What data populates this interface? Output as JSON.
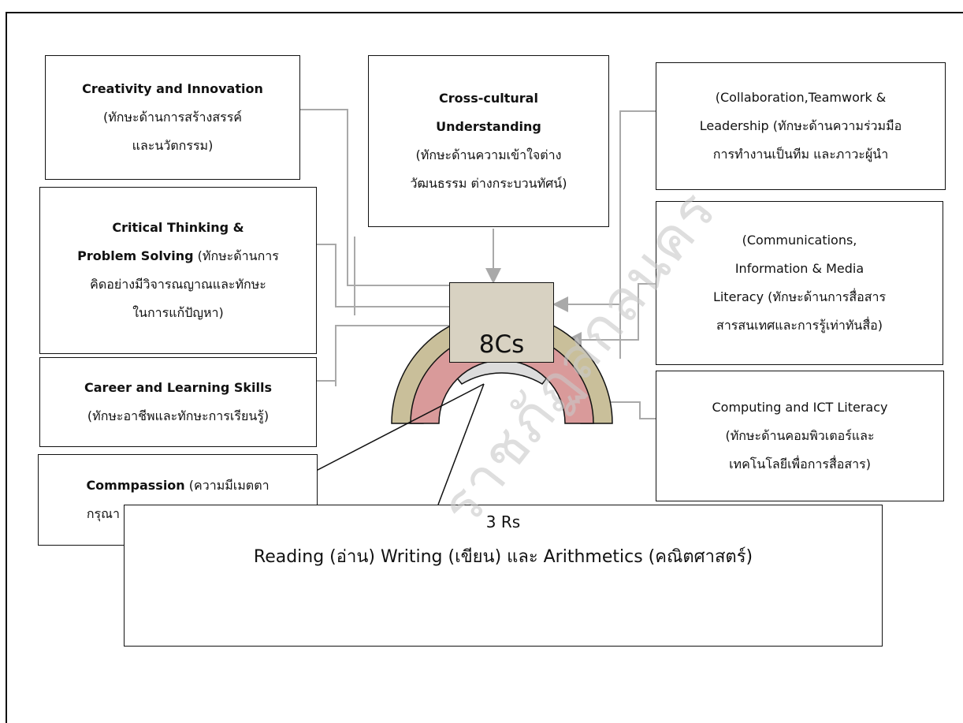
{
  "center_label": "8Cs",
  "boxes": {
    "creativity": {
      "title": "Creativity and Innovation",
      "line1": "(ทักษะด้านการสร้างสรรค์",
      "line2": "และนวัตกรรม)"
    },
    "cross_cultural": {
      "title1": "Cross-cultural",
      "title2": "Understanding",
      "line1": "(ทักษะด้านความเข้าใจต่าง",
      "line2": "วัฒนธรรม ต่างกระบวนทัศน์)"
    },
    "collaboration": {
      "line1": "(Collaboration,Teamwork &",
      "line2": "Leadership (ทักษะด้านความร่วมมือ",
      "line3": "การทำงานเป็นทีม และภาวะผู้นำ"
    },
    "critical": {
      "title1": "Critical Thinking &",
      "title2": "Problem Solving",
      "line1": " (ทักษะด้านการ",
      "line2": "คิดอย่างมีวิจารณญาณและทักษะ",
      "line3": "ในการแก้ปัญหา)"
    },
    "communications": {
      "line1": "(Communications,",
      "line2": "Information & Media",
      "line3": "Literacy (ทักษะด้านการสื่อสาร",
      "line4": "สารสนเทศและการรู้เท่าทันสื่อ)"
    },
    "career": {
      "title": "Career and Learning Skills",
      "line1": "(ทักษะอาชีพและทักษะการเรียนรู้)"
    },
    "computing": {
      "line1": "Computing and ICT Literacy",
      "line2": "(ทักษะด้านคอมพิวเตอร์และ",
      "line3": "เทคโนโลยีเพื่อการสื่อสาร)"
    },
    "compassion": {
      "title": "Commpassion",
      "line1": " (ความมีเมตตา",
      "line2": "กรุณา มีวินัย คุณธรรม จริยธรรม)"
    }
  },
  "three_rs": {
    "title": "3 Rs",
    "line": "Reading (อ่าน) Writing (เขียน) และ Arithmetics (คณิตศาสตร์)"
  },
  "watermark": "ราชภัฏสกลนคร",
  "colors": {
    "connector": "#a9a9a9",
    "center_fill": "#d8d2c2",
    "arc_outer": "#c9bf9a",
    "arc_inner": "#d99a9a",
    "arc_top": "#dcdcdc"
  }
}
